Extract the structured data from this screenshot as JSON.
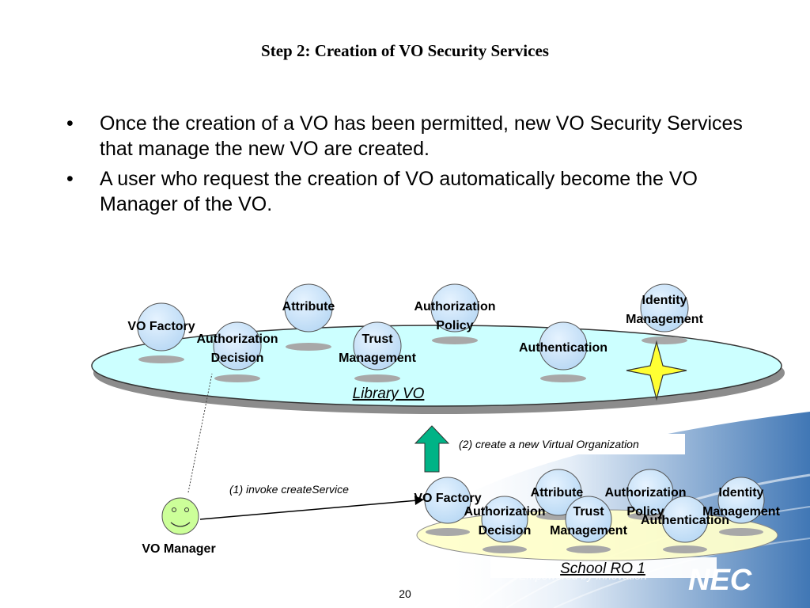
{
  "slide": {
    "title": "Step 2: Creation of VO Security Services",
    "bullets": [
      "Once the creation of a VO has been permitted,  new VO Security Services that manage the new VO are created.",
      "A user who request the creation of VO automatically become the VO Manager of the VO."
    ],
    "page_number": "20"
  },
  "library_vo": {
    "label": "Library  VO",
    "services": {
      "vo_factory": "VO Factory",
      "attribute": "Attribute",
      "authorization_policy": [
        "Authorization",
        "Policy"
      ],
      "identity_management": [
        "Identity",
        "Management"
      ],
      "authorization_decision": [
        "Authorization",
        "Decision"
      ],
      "trust_management": [
        "Trust",
        "Management"
      ],
      "authentication": "Authentication"
    }
  },
  "school_vo": {
    "label": "School  RO  1",
    "services": {
      "vo_factory": "VO Factory",
      "attribute": "Attribute",
      "authorization_policy": [
        "Authorization",
        "Policy"
      ],
      "identity_management": [
        "Identity",
        "Management"
      ],
      "authorization_decision": [
        "Authorization",
        "Decision"
      ],
      "trust_management": [
        "Trust",
        "Management"
      ],
      "authentication": "Authentication"
    }
  },
  "flow": {
    "invoke_label": "(1) invoke createService",
    "create_label": "(2) create a new Virtual Organization",
    "manager_label": "VO Manager"
  },
  "branding": {
    "logo_text": "NEC",
    "tagline": "Empowered by Innovation"
  },
  "colors": {
    "library_ellipse": "#ccffff",
    "school_ellipse": "#ffffcc",
    "service_node": "#cce6ff",
    "arrow_green": "#00b386",
    "star_yellow": "#ffff33",
    "smiley_green": "#ccff99"
  }
}
